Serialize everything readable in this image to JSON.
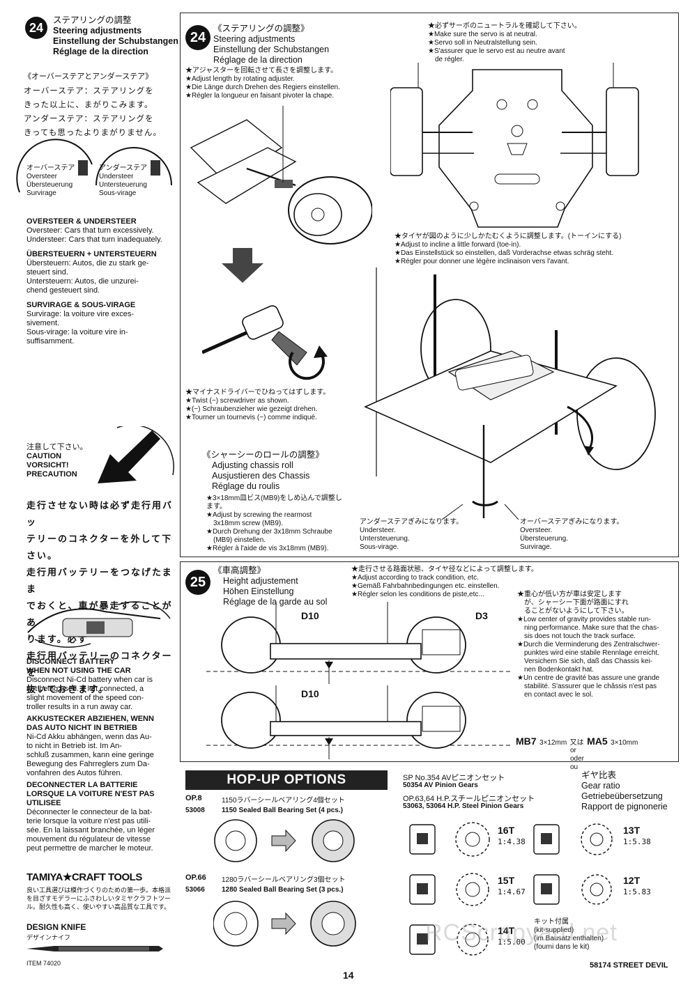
{
  "left": {
    "step_num": "24",
    "heading": [
      "ステアリングの調整",
      "Steering adjustments",
      "Einstellung der Schubstangen",
      "Réglage de la direction"
    ],
    "over_under_jp_title": "《オーバーステアとアンダーステア》",
    "over_under_jp": [
      "オーバーステア：ステアリングを",
      "きった以上に、まがりこみます。",
      "アンダーステア：ステアリングを",
      "きっても思ったよりまがりません。"
    ],
    "circle_over": [
      "オーバーステア",
      "Oversteer",
      "Übersteuerung",
      "Survirage"
    ],
    "circle_under": [
      "アンダーステア",
      "Understeer",
      "Untersteuerung",
      "Sous-virage"
    ],
    "en_title": "OVERSTEER & UNDERSTEER",
    "en_body": [
      "Oversteer: Cars that turn excessively.",
      "Understeer: Cars that turn inadequately."
    ],
    "de_title": "ÜBERSTEUERN + UNTERSTEUERN",
    "de_body": [
      "Übersteuern: Autos, die zu stark ge-",
      "steuert sind.",
      "Untersteuern: Autos, die unzurei-",
      "chend gesteuert sind."
    ],
    "fr_title": "SURVIRAGE & SOUS-VIRAGE",
    "fr_body": [
      "Survirage: la voiture vire exces-",
      "sivement.",
      "Sous-virage: la voiture vire in-",
      "suffisamment."
    ],
    "caution_jp": "注意して下さい。",
    "caution": [
      "CAUTION",
      "VORSICHT!",
      "PRECAUTION"
    ],
    "battery_jp": [
      "走行させない時は必ず走行用バッ",
      "テリーのコネクターを外して下さい。",
      "走行用バッテリーをつなげたまま",
      "でおくと、車が暴走することがあ",
      "ります。必ず",
      "走行用バッテリーのコネクターを",
      "抜いておきます。"
    ],
    "en_batt_title": [
      "DISCONNECT BATTERY",
      "WHEN NOT USING THE CAR"
    ],
    "en_batt_body": [
      "Disconnect Ni-Cd battery when car is",
      "not being used. If left connected, a",
      "slight movement of the speed con-",
      "troller results in a run away car."
    ],
    "de_batt_title": [
      "AKKUSTECKER ABZIEHEN, WENN",
      "DAS AUTO NICHT IN BETRIEB"
    ],
    "de_batt_body": [
      "Ni-Cd Akku abhängen, wenn das Au-",
      "to nicht in Betrieb ist. Im An-",
      "schluß zusammen, kann eine geringe",
      "Bewegung des Fahrreglers zum Da-",
      "vonfahren des Autos führen."
    ],
    "fr_batt_title": [
      "DECONNECTER LA BATTERIE",
      "LORSQUE LA VOITURE N'EST PAS",
      "UTILISEE"
    ],
    "fr_batt_body": [
      "Déconnecter le connecteur de la bat-",
      "terie lorsque la voiture n'est pas utili-",
      "sée. En la laissant branchée, un léger",
      "mouvement du régulateur de vitesse",
      "peut permettre de marcher le moteur."
    ],
    "brand": "TAMIYA★CRAFT TOOLS",
    "brand_jp": [
      "良い工具選びは模作づくりのための第一歩。本格派",
      "を目ざすモデラーにふさわしいタミヤクラフトツー",
      "ル。耐久性も高く、使いやすい高品質な工具です。"
    ],
    "knife": "DESIGN KNIFE",
    "knife_jp": "デザインナイフ",
    "item": "ITEM 74020"
  },
  "p24": {
    "num": "24",
    "title": [
      "《ステアリングの調整》",
      "Steering adjustments",
      "Einstellung der Schubstangen",
      "Réglage de la direction"
    ],
    "adj": [
      "★アジャスターを回転させて長さを調整します。",
      "★Adjust length by rotating adjuster.",
      "★Die Länge durch Drehen des Regiers einstellen.",
      "★Régler la longueur en faisant pivoter la chape."
    ],
    "servo": [
      "★必ずサーボのニュートラルを確認して下さい。",
      "★Make sure the servo is at neutral.",
      "★Servo soll in Neutralstellung sein.",
      "★S'assurer que le servo est au neutre avant",
      "de régler."
    ],
    "toe": [
      "★タイヤが図のように少しかたむくように調整します。(トーインにする)",
      "★Adjust to incline a little forward (toe-in).",
      "★Das Einstellstück so einstellen, daß Vorderachse etwas schräg steht.",
      "★Régler pour donner une légère inclinaison vers l'avant."
    ],
    "twist": [
      "★マイナスドライバーでひねってはずします。",
      "★Twist (−) screwdriver as shown.",
      "★(−) Schraubenzieher wie gezeigt drehen.",
      "★Tourner un tournevis (−) comme indiqué."
    ],
    "roll_title": [
      "《シャーシーのロールの調整》",
      "Adjusting chassis roll",
      "Ausjustieren des Chassis",
      "Réglage du roulis"
    ],
    "roll_body": [
      "★3×18mm皿ビス(MB9)をしめ込んで調整します。",
      "★Adjust by screwing the rearmost",
      "3x18mm screw (MB9).",
      "★Durch Drehung der 3x18mm Schraube",
      "(MB9) einstellen.",
      "★Régler à l'aide de vis 3x18mm (MB9)."
    ],
    "under_label": [
      "アンダーステアぎみになります。",
      "Understeer.",
      "Untersteuerung.",
      "Sous-virage."
    ],
    "over_label": [
      "オーバーステアぎみになります。",
      "Oversteer.",
      "Übersteuerung.",
      "Survirage."
    ]
  },
  "p25": {
    "num": "25",
    "title": [
      "《車高調整》",
      "Height adjustement",
      "Höhen Einstellung",
      "Réglage de la garde au sol"
    ],
    "track": [
      "★走行させる路面状態、タイヤ径などによって調整します。",
      "★Adjust according to track condition, etc.",
      "★Gemäß Fahrbahnbedingungen etc. einstellen.",
      "★Régler selon les conditions de piste,etc..."
    ],
    "gravity": [
      "★重心が低い方が車は安定します",
      "が、シャーシー下面が路面にすれ",
      "ることがないようにして下さい。",
      "★Low center of gravity provides stable run-",
      "ning performance. Make sure that the chas-",
      "sis does not touch the track surface.",
      "★Durch die Verminderung des Zentralschwer-",
      "punktes wird eine stabile Rennlage erreicht.",
      "Versichern Sie sich, daß das Chassis kei-",
      "nen Bodenkontakt hat.",
      "★Un centre de gravité bas assure une grande",
      "stabilité. S'assurer que le châssis n'est pas",
      "en contact avec le sol."
    ],
    "d10a": "D10",
    "d3": "D3",
    "d10b": "D10",
    "mb7": "MB7",
    "mb7_size": "3×12mm",
    "or_jp": "又は",
    "ma5": "MA5",
    "ma5_size": "3×10mm",
    "or_langs": [
      "or",
      "oder",
      "ou"
    ]
  },
  "hop": {
    "title": "HOP-UP OPTIONS",
    "op8": "OP.8",
    "op8_jp": "1150ラバーシールベアリング4個セット",
    "op8_code": "53008",
    "op8_en": "1150 Sealed Ball Bearing Set (4 pcs.)",
    "op66": "OP.66",
    "op66_jp": "1280ラバーシールベアリング3個セット",
    "op66_code": "53066",
    "op66_en": "1280 Sealed Ball Bearing Set (3 pcs.)",
    "sp": "SP No.354 AVピニオンセット",
    "sp_en": "50354 AV Pinion Gears",
    "op63": "OP.63,64 H.P.スチールピニオンセット",
    "op63_en": "53063, 53064 H.P. Steel Pinion Gears",
    "gear_title": [
      "ギヤ比表",
      "Gear ratio",
      "Getriebeübersetzung",
      "Rapport de pignonerie"
    ],
    "g16": "16T",
    "r16": "1:4.38",
    "g13": "13T",
    "r13": "1:5.38",
    "g15": "15T",
    "r15": "1:4.67",
    "g12": "12T",
    "r12": "1:5.83",
    "g14": "14T",
    "r14": "1:5.00",
    "kit": [
      "キット付属",
      "(kit-supplied)",
      "(im Bausatz enthalten)",
      "(fourni dans le kit)"
    ]
  },
  "footer": {
    "page": "14",
    "model": "58174 STREET DEVIL",
    "watermark": "RCScrapyard.net"
  }
}
